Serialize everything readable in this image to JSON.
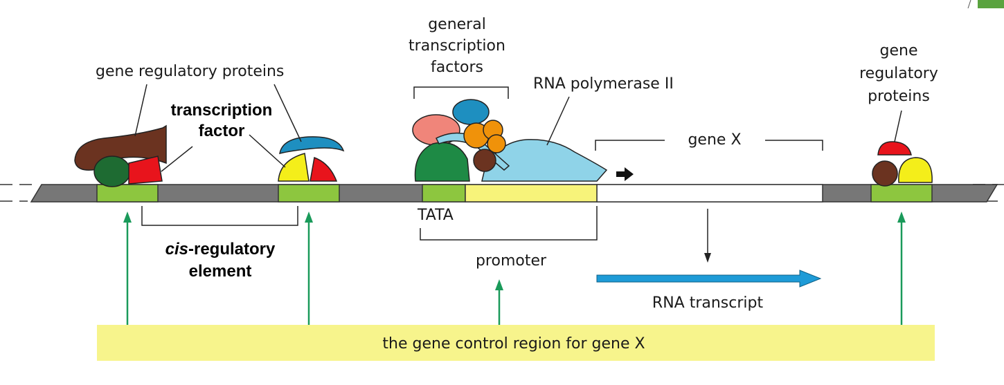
{
  "labels": {
    "gene_regulatory_proteins_left": "gene regulatory proteins",
    "transcription_factor_1": "transcription",
    "transcription_factor_2": "factor",
    "general_tf_1": "general",
    "general_tf_2": "transcription",
    "general_tf_3": "factors",
    "rna_polymerase": "RNA polymerase II",
    "gene_regulatory_right_1": "gene",
    "gene_regulatory_right_2": "regulatory",
    "gene_regulatory_right_3": "proteins",
    "gene_x": "gene X",
    "tata": "TATA",
    "cis_italic": "cis",
    "cis_rest": "-regulatory",
    "element": "element",
    "promoter": "promoter",
    "rna_transcript": "RNA transcript",
    "control_region": "the gene control region for gene X"
  },
  "colors": {
    "dna_gray": "#777777",
    "segment_green": "#8dc63f",
    "segment_yellow": "#f7f37a",
    "control_bar": "#f7f48c",
    "green_arrow": "#1a9a5a",
    "transcript_blue": "#1e9bd7",
    "pol_blue": "#8fd3e8",
    "red": "#e8141c",
    "yellow": "#f4ee1a",
    "brown": "#6b3320",
    "dark_green": "#1e6b32",
    "teal": "#1e8fc0",
    "salmon": "#f0857a",
    "orange": "#f0920a",
    "top_right_tab": "#5aa33f"
  }
}
